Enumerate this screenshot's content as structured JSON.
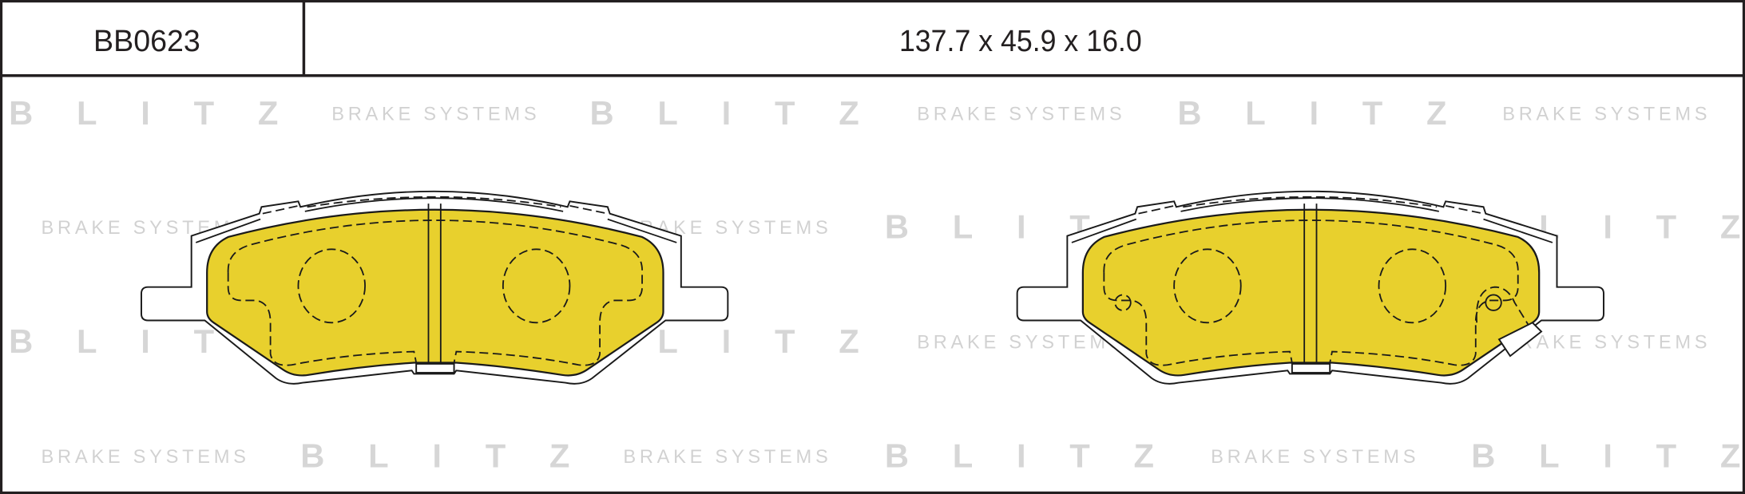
{
  "header": {
    "part_number": "BB0623",
    "dimensions": "137.7 x 45.9 x 16.0"
  },
  "watermark": {
    "brand": "BLITZ",
    "tagline": "BRAKE SYSTEMS"
  },
  "colors": {
    "friction_material": "#e8d02d",
    "outline": "#1a1a1a"
  }
}
